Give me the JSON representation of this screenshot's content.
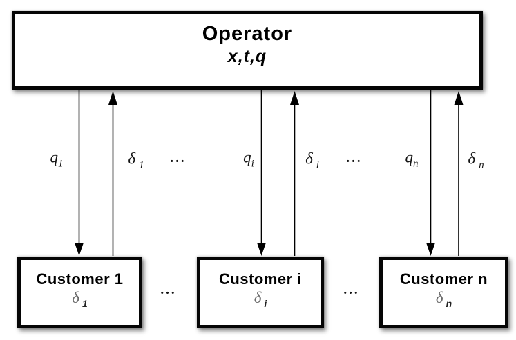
{
  "diagram": {
    "operator": {
      "title": "Operator",
      "variables": "x,t,q"
    },
    "links": [
      {
        "request_symbol": "q",
        "request_subscript": "1",
        "response_symbol": "δ",
        "response_subscript": "1"
      },
      {
        "request_symbol": "q",
        "request_subscript": "i",
        "response_symbol": "δ",
        "response_subscript": "i"
      },
      {
        "request_symbol": "q",
        "request_subscript": "n",
        "response_symbol": "δ",
        "response_subscript": "n"
      }
    ],
    "customers": [
      {
        "title": "Customer 1",
        "state_symbol": "δ",
        "state_subscript": "1"
      },
      {
        "title": "Customer i",
        "state_symbol": "δ",
        "state_subscript": "i"
      },
      {
        "title": "Customer n",
        "state_symbol": "δ",
        "state_subscript": "n"
      }
    ],
    "ellipsis": "...",
    "colors": {
      "line": "#000000",
      "border": "#050505",
      "background": "#ffffff",
      "muted_symbol": "#6a6a6a"
    }
  }
}
